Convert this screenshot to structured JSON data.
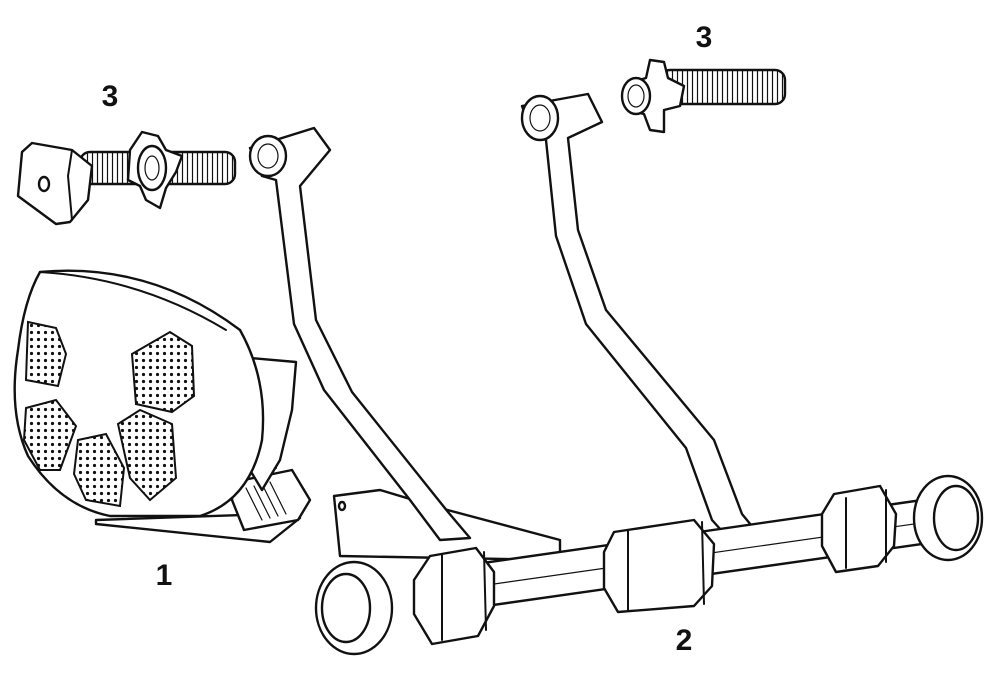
{
  "callouts": {
    "part_1": "1",
    "part_2": "2",
    "part_3_left": "3",
    "part_3_right": "3"
  },
  "colors": {
    "line": "#111111",
    "background": "#ffffff"
  },
  "parts": [
    {
      "number": "1",
      "depicts": "resistance-unit-icon"
    },
    {
      "number": "2",
      "depicts": "trainer-frame-icon"
    },
    {
      "number": "3",
      "depicts": "axle-bolt-icon"
    }
  ]
}
